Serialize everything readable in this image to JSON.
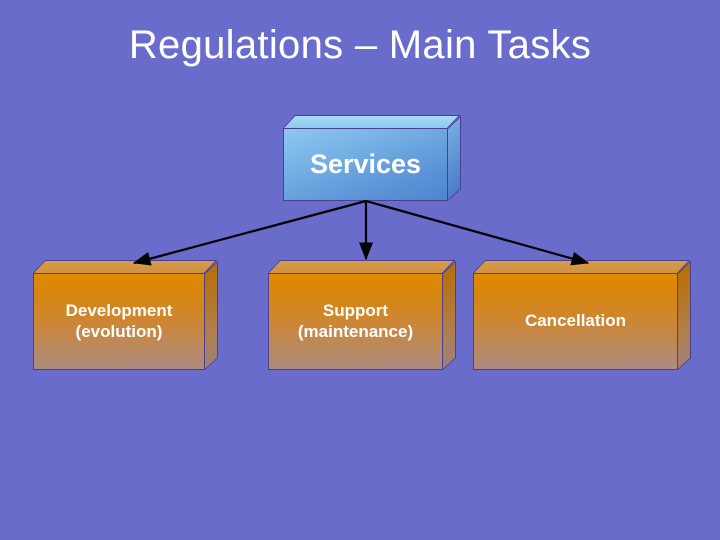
{
  "slide": {
    "title": "Regulations – Main Tasks",
    "background_color": "#6a6ccb",
    "title_color": "#ffffff"
  },
  "diagram": {
    "type": "hierarchy",
    "root": {
      "id": "services",
      "label": "Services",
      "shape": "3d-box",
      "fill_color": "#5e96d8",
      "text_color": "#ffffff"
    },
    "children": [
      {
        "id": "development",
        "label": "Development\n(evolution)",
        "shape": "3d-box",
        "fill_color": "#d9860a",
        "text_color": "#ffffff"
      },
      {
        "id": "support",
        "label": "Support\n(maintenance)",
        "shape": "3d-box",
        "fill_color": "#d9860a",
        "text_color": "#ffffff"
      },
      {
        "id": "cancellation",
        "label": "Cancellation",
        "shape": "3d-box",
        "fill_color": "#d9860a",
        "text_color": "#ffffff"
      }
    ],
    "connector_color": "#000000",
    "connector_style": "arrow"
  }
}
